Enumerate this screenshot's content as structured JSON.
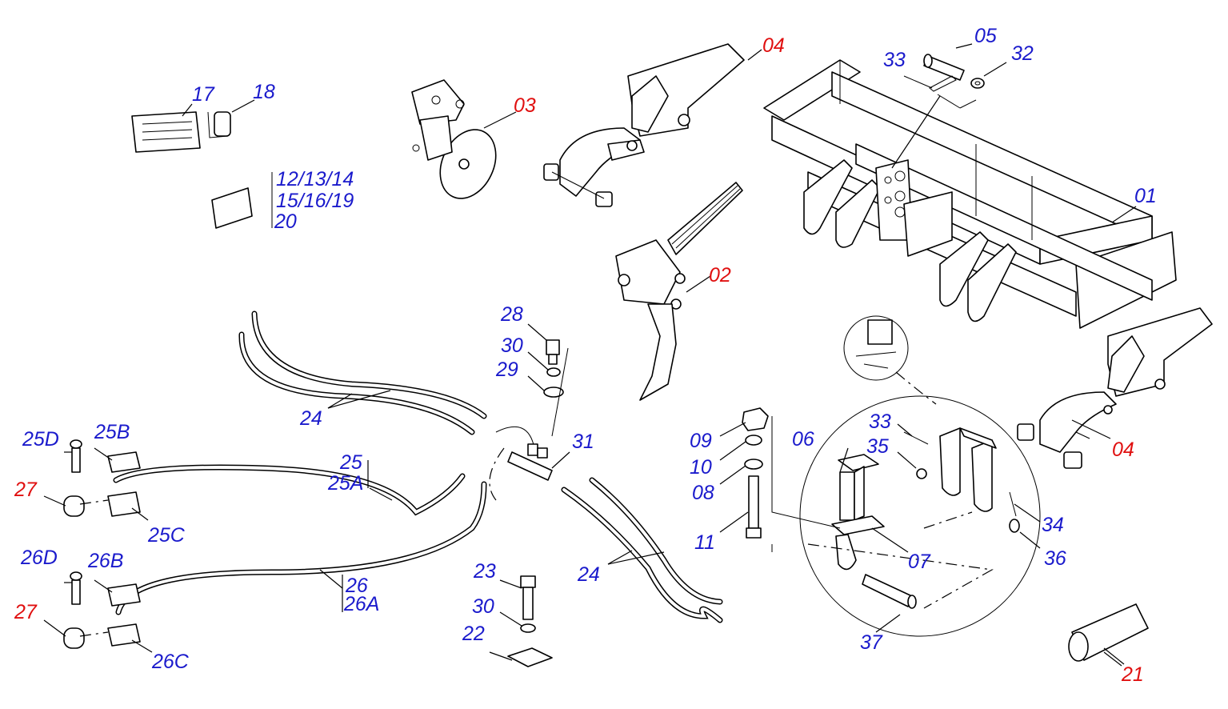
{
  "colors": {
    "label_blue": "#1a1acc",
    "label_red": "#e01010",
    "line": "#000000"
  },
  "labels": {
    "l01": "01",
    "l02": "02",
    "l03": "03",
    "l04a": "04",
    "l04b": "04",
    "l05": "05",
    "l06": "06",
    "l07": "07",
    "l08": "08",
    "l09": "09",
    "l10": "10",
    "l11": "11",
    "l12": "12/13/14",
    "l15": "15/16/19",
    "l20": "20",
    "l17": "17",
    "l18": "18",
    "l21": "21",
    "l22": "22",
    "l23": "23",
    "l24a": "24",
    "l24b": "24",
    "l25": "25",
    "l25A": "25A",
    "l25B": "25B",
    "l25C": "25C",
    "l25D": "25D",
    "l26": "26",
    "l26A": "26A",
    "l26B": "26B",
    "l26C": "26C",
    "l26D": "26D",
    "l27a": "27",
    "l27b": "27",
    "l28": "28",
    "l29": "29",
    "l30a": "30",
    "l30b": "30",
    "l31": "31",
    "l32": "32",
    "l33a": "33",
    "l33b": "33",
    "l34": "34",
    "l35": "35",
    "l36": "36",
    "l37": "37"
  }
}
